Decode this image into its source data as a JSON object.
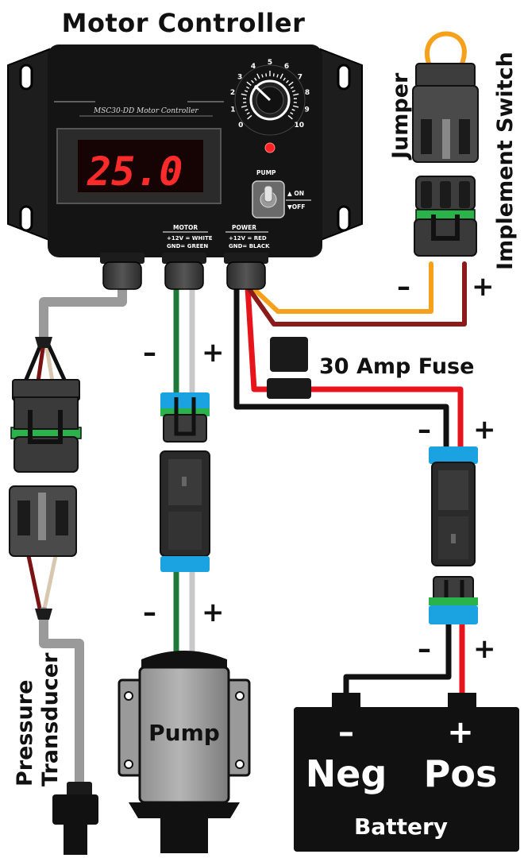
{
  "title": "Motor Controller",
  "controller": {
    "model": "MSC30-DD Motor Controller",
    "display_value": "25.0",
    "dial_numbers": [
      "0",
      "1",
      "2",
      "3",
      "4",
      "5",
      "6",
      "7",
      "8",
      "9",
      "10"
    ],
    "pump_label": "PUMP",
    "on_label": "▲ ON",
    "off_label": "▼OFF",
    "motor_header": "MOTOR",
    "motor_line1": "+12V = WHITE",
    "motor_line2": "GND= GREEN",
    "power_header": "POWER",
    "power_line1": "+12V = RED",
    "power_line2": "GND= BLACK"
  },
  "labels": {
    "jumper": "Jumper",
    "implement_switch": "Implement Switch",
    "fuse": "30 Amp Fuse",
    "pressure_transducer_line1": "Pressure",
    "pressure_transducer_line2": "Transducer",
    "pump": "Pump",
    "battery": "Battery",
    "neg": "Neg",
    "pos": "Pos",
    "minus": "–",
    "plus": "+"
  },
  "colors": {
    "black_wire": "#111111",
    "red_wire": "#e8141b",
    "darkred_wire": "#8b1a1a",
    "orange_wire": "#f5a11c",
    "green_wire": "#1f7a3a",
    "white_wire": "#c8c8c8",
    "gray_wire": "#9a9a9a",
    "seal_blue": "#1aa3e0",
    "seal_green": "#29b34a",
    "display_red": "#ff2a2a"
  }
}
